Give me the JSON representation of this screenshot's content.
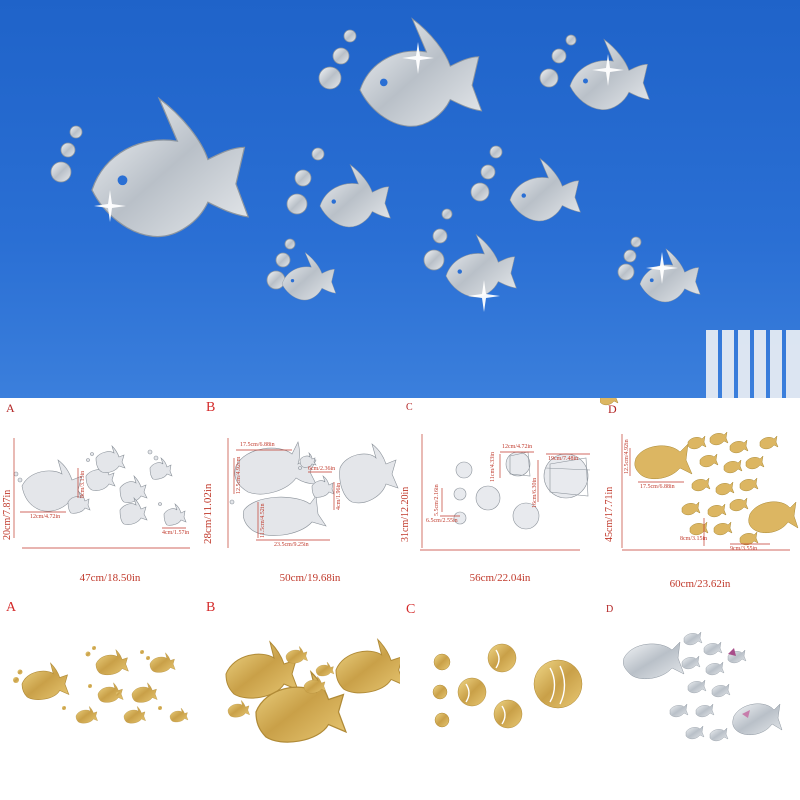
{
  "spec_panels": [
    {
      "letter": "A",
      "height": "20cm/7.87in",
      "width": "47cm/18.50in",
      "dims": [
        "12cm/4.72in",
        "8cm/3.15in",
        "4cm/1.57in"
      ]
    },
    {
      "letter": "B",
      "height": "28cm/11.02in",
      "width": "50cm/19.68in",
      "dims": [
        "17.5cm/6.88in",
        "12.5cm/4.92cm",
        "6cm/2.36in",
        "23.5cm/9.25in",
        "11.5cm/4.52in",
        "4cm/1.96in"
      ]
    },
    {
      "letter": "C",
      "height": "31cm/12.20in",
      "width": "56cm/22.04in",
      "dims": [
        "12cm/4.72in",
        "11cm/4.33in",
        "19cm/7.48in",
        "6.5cm/2.55in",
        "5.5cm/2.16in",
        "16cm/6.30in"
      ]
    },
    {
      "letter": "D",
      "height": "45cm/17.71in",
      "width": "60cm/23.62in",
      "dims": [
        "12.5cm/4.92in",
        "17.5cm/6.88in",
        "8cm/3.15in",
        "9cm/3.55in"
      ]
    }
  ],
  "color_panels": [
    {
      "letter": "A",
      "color": "gold"
    },
    {
      "letter": "B",
      "color": "gold"
    },
    {
      "letter": "C",
      "color": "gold"
    },
    {
      "letter": "D",
      "color": "silver"
    }
  ],
  "colors": {
    "wall_blue": "#2a6fd4",
    "silver": "#d9dde2",
    "gold": "#d9b862",
    "dimension_red": "#c0392b"
  }
}
